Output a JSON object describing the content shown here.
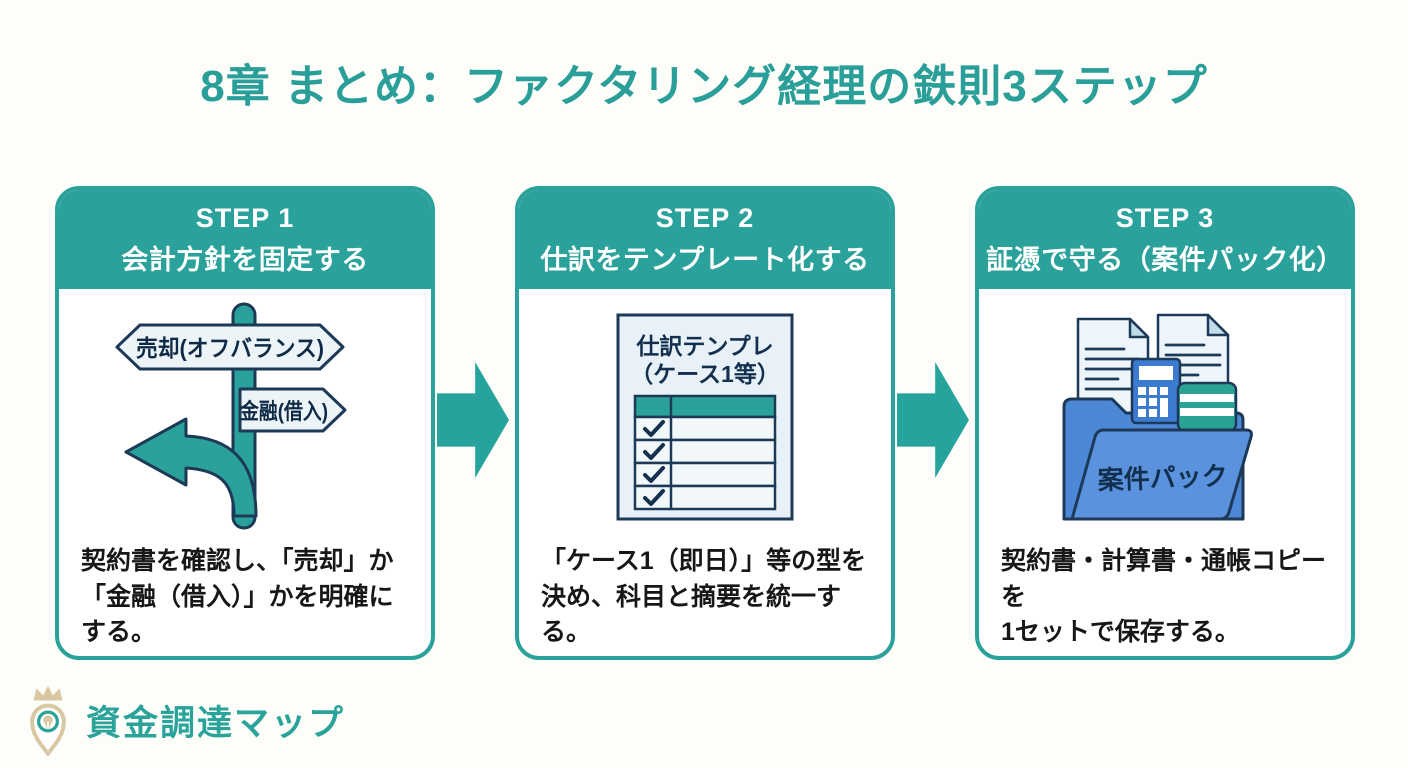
{
  "title": "8章 まとめ：ファクタリング経理の鉄則3ステップ",
  "steps": [
    {
      "label": "STEP 1",
      "heading": "会計方針を固定する",
      "description_line1": "契約書を確認し、「売却」か",
      "description_line2": "「金融（借入）」かを明確にする。",
      "illustration": {
        "sign_top": "売却(オフバランス)",
        "sign_bottom": "金融(借入)"
      }
    },
    {
      "label": "STEP 2",
      "heading": "仕訳をテンプレート化する",
      "description_line1": "「ケース1（即日）」等の型を",
      "description_line2": "決め、科目と摘要を統一する。",
      "illustration": {
        "doc_title_line1": "仕訳テンプレ",
        "doc_title_line2": "（ケース1等）",
        "checklist_rows": 4
      }
    },
    {
      "label": "STEP 3",
      "heading": "証憑で守る（案件パック化）",
      "description_line1": "契約書・計算書・通帳コピーを",
      "description_line2": "1セットで保存する。",
      "illustration": {
        "folder_label": "案件パック"
      }
    }
  ],
  "footer": {
    "brand": "資金調達マップ"
  },
  "colors": {
    "teal": "#2aa19a",
    "navy_outline": "#1c3a58",
    "sign_fill": "#ecf4f7",
    "doc_fill": "#e8f1f7",
    "folder_back_blue": "#4d88d6",
    "folder_front_blue": "#5b92de",
    "calculator_blue": "#3b7bd0",
    "passbook_teal": "#2ba394",
    "logo_gold": "#d8c7a0",
    "body_text": "#171717",
    "background": "#fdfdf9"
  }
}
